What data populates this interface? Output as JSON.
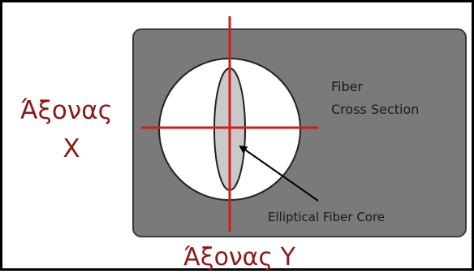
{
  "labels": {
    "axis_x_line1": "Άξονας",
    "axis_x_line2": "X",
    "axis_y": "Άξονας Υ",
    "fiber_line1": "Fiber",
    "fiber_line2": "Cross Section",
    "core": "Elliptical Fiber Core"
  },
  "colors": {
    "background": "#ffffff",
    "frame": "#000000",
    "panel": "#7a7a7a",
    "panel_border": "#3a3a3a",
    "cladding": "#ffffff",
    "core": "#c9c9c9",
    "axis_line": "#cc1f1f",
    "axis_label": "#8b1a1a",
    "annotation_text": "#1a1a1a",
    "arrow": "#000000"
  },
  "icons": {
    "arrow": "arrow-pointer-icon"
  }
}
